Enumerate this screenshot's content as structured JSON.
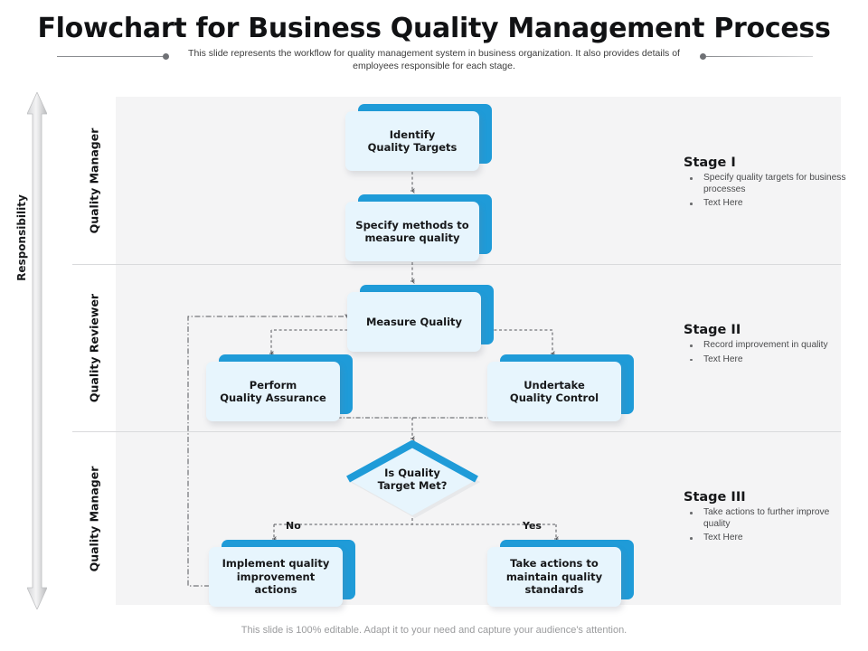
{
  "header": {
    "title": "Flowchart for Business Quality Management Process",
    "subtitle": "This slide represents the workflow for quality management system in business organization. It also provides details of employees responsible for each stage."
  },
  "axis": {
    "responsibility_label": "Responsibility"
  },
  "lanes": [
    {
      "label": "Quality Manager"
    },
    {
      "label": "Quality Reviewer"
    },
    {
      "label": "Quality Manager"
    }
  ],
  "nodes": {
    "identify": "Identify\nQuality Targets",
    "specify": "Specify methods to\nmeasure quality",
    "measure": "Measure Quality",
    "perform_qa": "Perform\nQuality Assurance",
    "undertake_qc": "Undertake\nQuality Control",
    "decision": "Is Quality\nTarget Met?",
    "implement": "Implement quality\nimprovement\nactions",
    "maintain": "Take actions to\nmaintain quality\nstandards"
  },
  "edge_labels": {
    "no": "No",
    "yes": "Yes"
  },
  "stages": [
    {
      "title": "Stage I",
      "bullets": [
        "Specify quality targets for business processes",
        "Text Here"
      ]
    },
    {
      "title": "Stage II",
      "bullets": [
        "Record improvement in quality",
        "Text Here"
      ]
    },
    {
      "title": "Stage III",
      "bullets": [
        "Take actions to further improve quality",
        "Text Here"
      ]
    }
  ],
  "footer": {
    "note": "This slide is 100% editable. Adapt it to your need and capture your audience's attention."
  },
  "colors": {
    "accent_blue": "#1f9bd8",
    "card_fill": "#e7f5fd",
    "lane_bg": "#f4f4f5",
    "connector": "#55565a"
  }
}
